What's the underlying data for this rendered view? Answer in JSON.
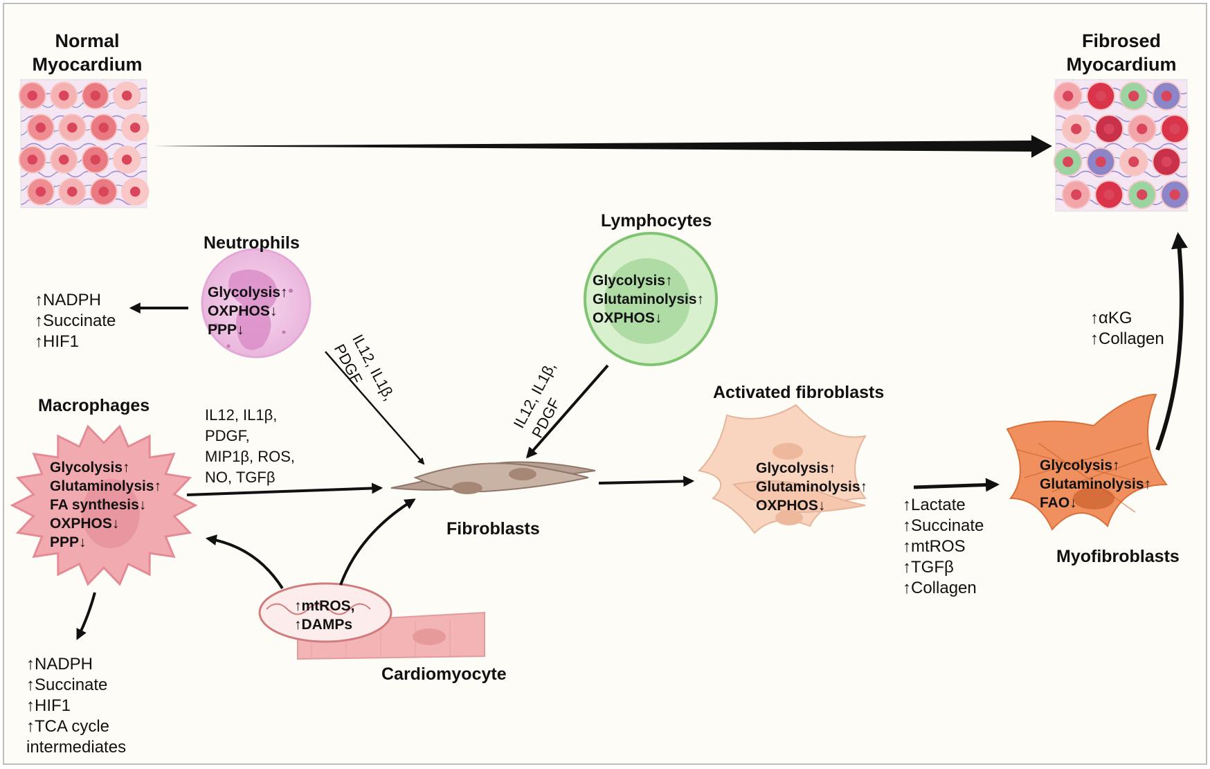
{
  "titles": {
    "normal": [
      "Normal",
      "Myocardium"
    ],
    "fibrosed": [
      "Fibrosed",
      "Myocardium"
    ]
  },
  "cells": {
    "neutrophils": {
      "name": "Neutrophils",
      "lines": [
        "Glycolysis↑",
        "OXPHOS↓",
        "PPP↓"
      ]
    },
    "lymphocytes": {
      "name": "Lymphocytes",
      "lines": [
        "Glycolysis↑",
        "Glutaminolysis↑",
        "OXPHOS↓"
      ]
    },
    "macrophages": {
      "name": "Macrophages",
      "lines": [
        "Glycolysis↑",
        "Glutaminolysis↑",
        "FA synthesis↓",
        "OXPHOS↓",
        "PPP↓"
      ]
    },
    "fibroblasts": {
      "name": "Fibroblasts"
    },
    "activated_fibroblasts": {
      "name": "Activated fibroblasts",
      "lines": [
        "Glycolysis↑",
        "Glutaminolysis↑",
        "OXPHOS↓"
      ]
    },
    "myofibroblasts": {
      "name": "Myofibroblasts",
      "lines": [
        "Glycolysis↑",
        "Glutaminolysis↑",
        "FAO↓"
      ]
    },
    "cardiomyocyte": {
      "name": "Cardiomyocyte",
      "lines": [
        "↑mtROS,",
        "↑DAMPs"
      ]
    }
  },
  "outputs": {
    "neutrophils": [
      "↑NADPH",
      "↑Succinate",
      "↑HIF1"
    ],
    "macrophages": [
      "↑NADPH",
      "↑Succinate",
      "↑HIF1",
      "↑TCA cycle",
      "intermediates"
    ],
    "activated_fibroblasts": [
      "↑Lactate",
      "↑Succinate",
      "↑mtROS",
      "↑TGFβ",
      "↑Collagen"
    ],
    "myofibroblasts": [
      "↑αKG",
      "↑Collagen"
    ]
  },
  "signals": {
    "macrophages_to_fibroblasts": [
      "IL12, IL1β,",
      "PDGF,",
      "MIP1β, ROS,",
      "NO, TGFβ"
    ],
    "neutrophils_to_fibroblasts": [
      "IL12, IL1β,",
      "PDGF"
    ],
    "lymphocytes_to_fibroblasts": [
      "IL12, IL1β,",
      "PDGF"
    ]
  },
  "colors": {
    "background": "#fefcf6",
    "neutrophil": "#f3c4e6",
    "lymphocyte": "#a7dc9c",
    "macrophage": "#f0a3ab",
    "fibroblast": "#b59c8e",
    "activated_fibroblast": "#f7c9b0",
    "myofibroblast": "#ef8f5c",
    "cardiomyocyte": "#f2b4b4",
    "arrow": "#111111"
  }
}
